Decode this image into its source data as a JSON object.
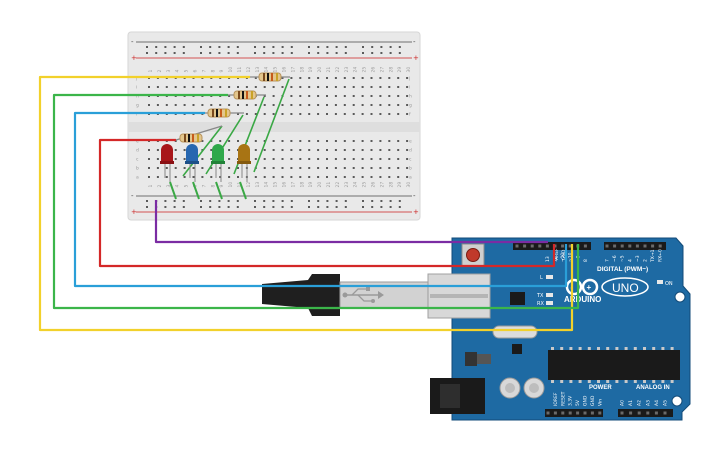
{
  "arduino": {
    "brand": "ARDUINO",
    "model": "UNO",
    "on_label": "ON",
    "digital_header": "DIGITAL (PWM~)",
    "analog_header": "ANALOG IN",
    "power_header": "POWER",
    "led_l": "L",
    "led_tx": "TX",
    "led_rx": "RX",
    "aref": "AREF",
    "gnd": "GND",
    "digital_pins": [
      "13",
      "12",
      "~11",
      "~10",
      "~9",
      "8",
      "7",
      "~6",
      "~5",
      "4",
      "~3",
      "2",
      "TX→1",
      "RX←0"
    ],
    "power_pins": [
      "IOREF",
      "RESET",
      "3.3V",
      "5V",
      "GND",
      "GND",
      "Vin"
    ],
    "analog_pins": [
      "A0",
      "A1",
      "A2",
      "A3",
      "A4",
      "A5"
    ]
  },
  "breadboard": {
    "row_letters_top": [
      "j",
      "i",
      "h",
      "g",
      "f"
    ],
    "row_letters_bottom": [
      "e",
      "d",
      "c",
      "b",
      "a"
    ],
    "columns": [
      "1",
      "2",
      "3",
      "4",
      "5",
      "6",
      "7",
      "8",
      "9",
      "10",
      "11",
      "12",
      "13",
      "14",
      "15",
      "16",
      "17",
      "18",
      "19",
      "20",
      "21",
      "22",
      "23",
      "24",
      "25",
      "26",
      "27",
      "28",
      "29",
      "30"
    ],
    "rail_plus": "+",
    "rail_minus": "-"
  },
  "leds": [
    "red",
    "blue",
    "green",
    "yellow"
  ],
  "colors": {
    "board_blue": "#1e6aa3",
    "board_dark": "#134b78",
    "breadboard": "#e9e9e9",
    "wire_yellow": "#f2d12b",
    "wire_green": "#3bb54a",
    "wire_blue": "#2a9fd8",
    "wire_red": "#d42828",
    "wire_purple": "#7b2ca3",
    "jumper_green": "#3aa845",
    "led_red": "#a8161a",
    "led_blue": "#2767b0",
    "led_green": "#2fa84a",
    "led_yellow": "#a87414"
  }
}
